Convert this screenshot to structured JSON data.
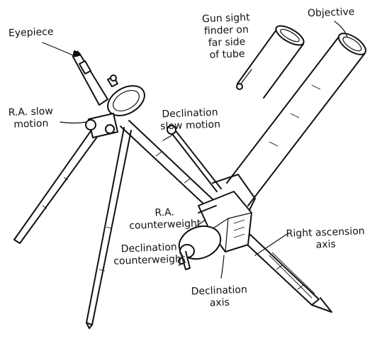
{
  "labels": {
    "eyepiece": "Eyepiece",
    "gun_sight": "Gun sight\nfinder on\nfar side\nof tube",
    "objective": "Objective",
    "ra_slow": "R.A. slow\nmotion",
    "dec_slow": "Declination\nslow motion",
    "ra_counter": "R.A.\ncounterweight",
    "dec_counter": "Declination\ncounterweight",
    "ra_axis": "Right ascension\naxis",
    "dec_axis": "Declination\naxis"
  }
}
